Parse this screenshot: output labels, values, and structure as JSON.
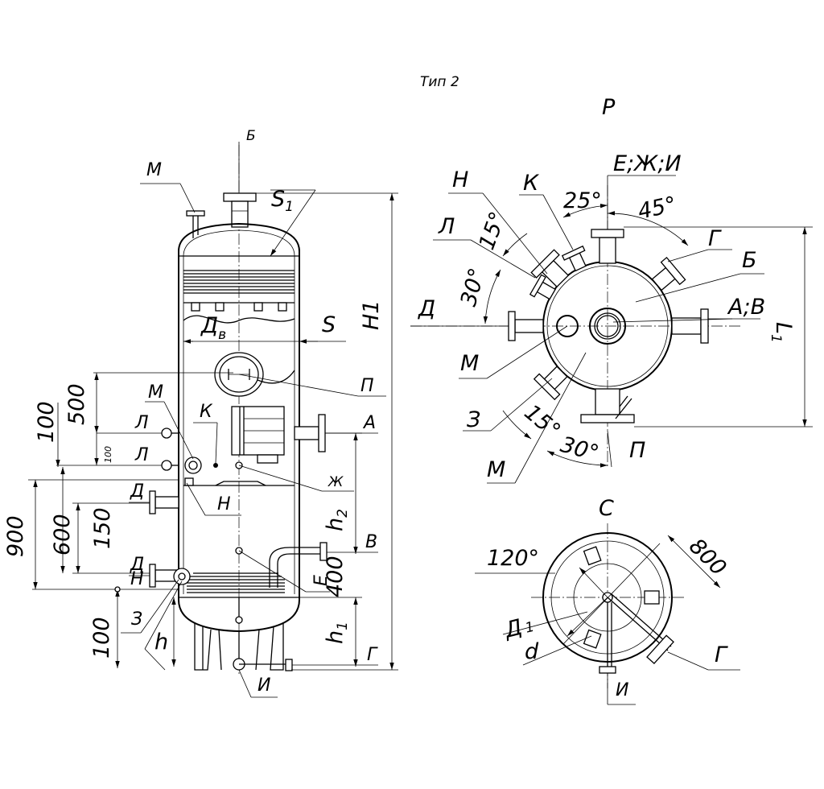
{
  "title": "Тип 2",
  "view_p": "Р",
  "view_c": "С",
  "side": {
    "B_top": "Б",
    "M_top": "М",
    "S1": "S",
    "S1_sub": "1",
    "Dv": "Д",
    "Dv_sub": "в",
    "S": "S",
    "H1": "H1",
    "P": "П",
    "M_mid": "М",
    "K": "К",
    "A": "А",
    "L1": "Л",
    "L2": "Л",
    "ZH": "Ж",
    "D1": "Д",
    "N1": "Н",
    "h2": "h",
    "h2_sub": "2",
    "V": "В",
    "D2": "Д",
    "N2": "Н",
    "E": "Е",
    "Z": "З",
    "h1": "h",
    "h1_sub": "1",
    "h": "h",
    "G": "Г",
    "I": "И",
    "dims": {
      "d500": "500",
      "d100a": "100",
      "d100b": "100",
      "d900": "900",
      "d600": "600",
      "d150": "150",
      "d400": "400",
      "d100c": "100"
    }
  },
  "plan": {
    "EZhI": "Е;Ж;И",
    "N": "Н",
    "K": "К",
    "a25": "25°",
    "a45": "45°",
    "L": "Л",
    "a15a": "15°",
    "G": "Г",
    "B": "Б",
    "a30a": "30°",
    "D": "Д",
    "AV": "А;В",
    "L1": "L",
    "L1_sub": "1",
    "M1": "М",
    "Z": "З",
    "a15b": "15°",
    "a30b": "30°",
    "P": "П",
    "M2": "М"
  },
  "bottom": {
    "a120": "120°",
    "d800": "800",
    "D1": "Д",
    "D1_sub": "1",
    "d": "d",
    "G": "Г",
    "I": "И"
  }
}
